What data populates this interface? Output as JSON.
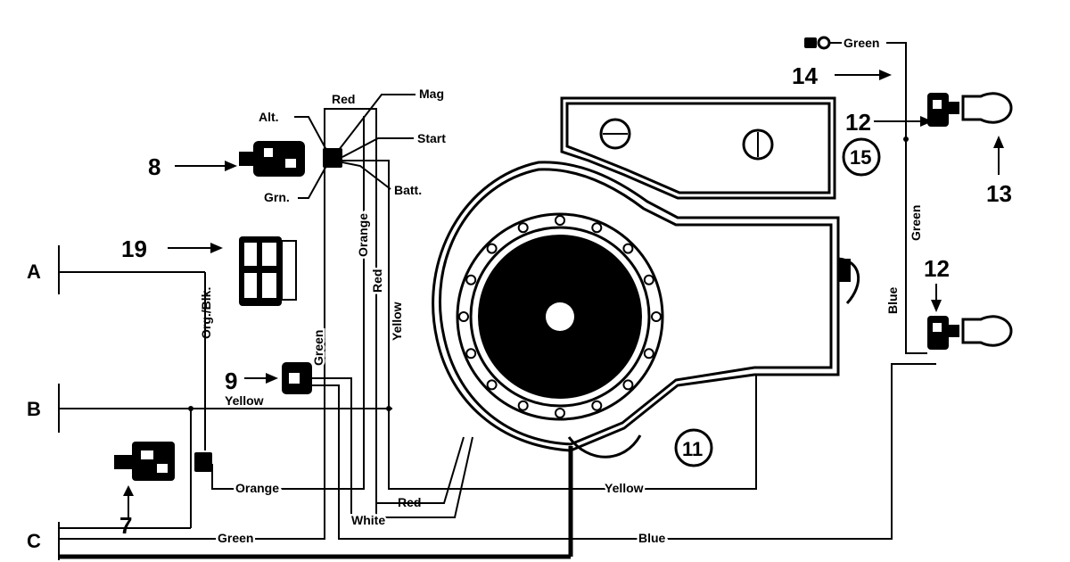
{
  "rails": {
    "a": "A",
    "b": "B",
    "c": "C"
  },
  "callouts": {
    "n7": "7",
    "n8": "8",
    "n9": "9",
    "n11": "11",
    "n12_top": "12",
    "n12_mid": "12",
    "n13": "13",
    "n14": "14",
    "n15": "15",
    "n19": "19"
  },
  "terminals": {
    "alt": "Alt.",
    "grn": "Grn.",
    "mag": "Mag",
    "start": "Start",
    "batt": "Batt."
  },
  "wires": {
    "red_top": "Red",
    "orange_vert": "Orange",
    "red_vert": "Red",
    "yellow_vert": "Yellow",
    "green_vert": "Green",
    "org_blk": "Org./Blk.",
    "yellow_b": "Yellow",
    "orange_bottom": "Orange",
    "red_bottom": "Red",
    "white_bottom": "White",
    "yellow_bottom": "Yellow",
    "green_bottom": "Green",
    "blue_bottom": "Blue",
    "green_top_right": "Green",
    "green_right_vert": "Green",
    "blue_right_vert": "Blue"
  }
}
